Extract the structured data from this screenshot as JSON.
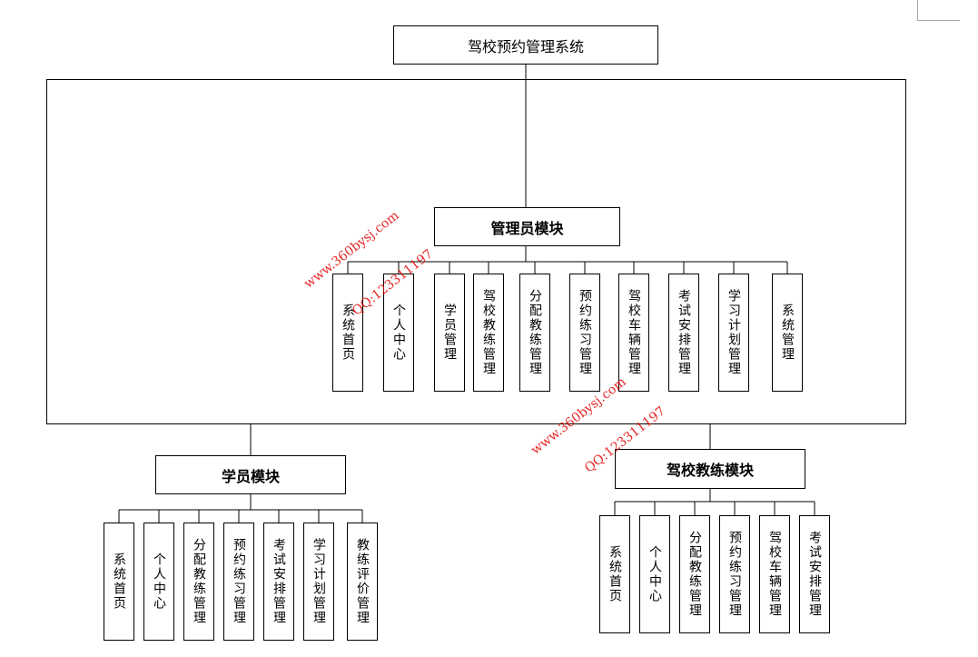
{
  "root": {
    "label": "驾校预约管理系统"
  },
  "admin": {
    "label": "管理员模块",
    "items": [
      "系统首页",
      "个人中心",
      "学员管理",
      "驾校教练管理",
      "分配教练管理",
      "预约练习管理",
      "驾校车辆管理",
      "考试安排管理",
      "学习计划管理",
      "系统管理"
    ]
  },
  "student": {
    "label": "学员模块",
    "items": [
      "系统首页",
      "个人中心",
      "分配教练管理",
      "预约练习管理",
      "考试安排管理",
      "学习计划管理",
      "教练评价管理"
    ]
  },
  "coach": {
    "label": "驾校教练模块",
    "items": [
      "系统首页",
      "个人中心",
      "分配教练管理",
      "预约练习管理",
      "驾校车辆管理",
      "考试安排管理"
    ]
  },
  "watermarks": {
    "site": "www.360bysj.com",
    "qq": "QQ:123311197"
  },
  "colors": {
    "watermark": "#e30000",
    "line": "#000000"
  }
}
